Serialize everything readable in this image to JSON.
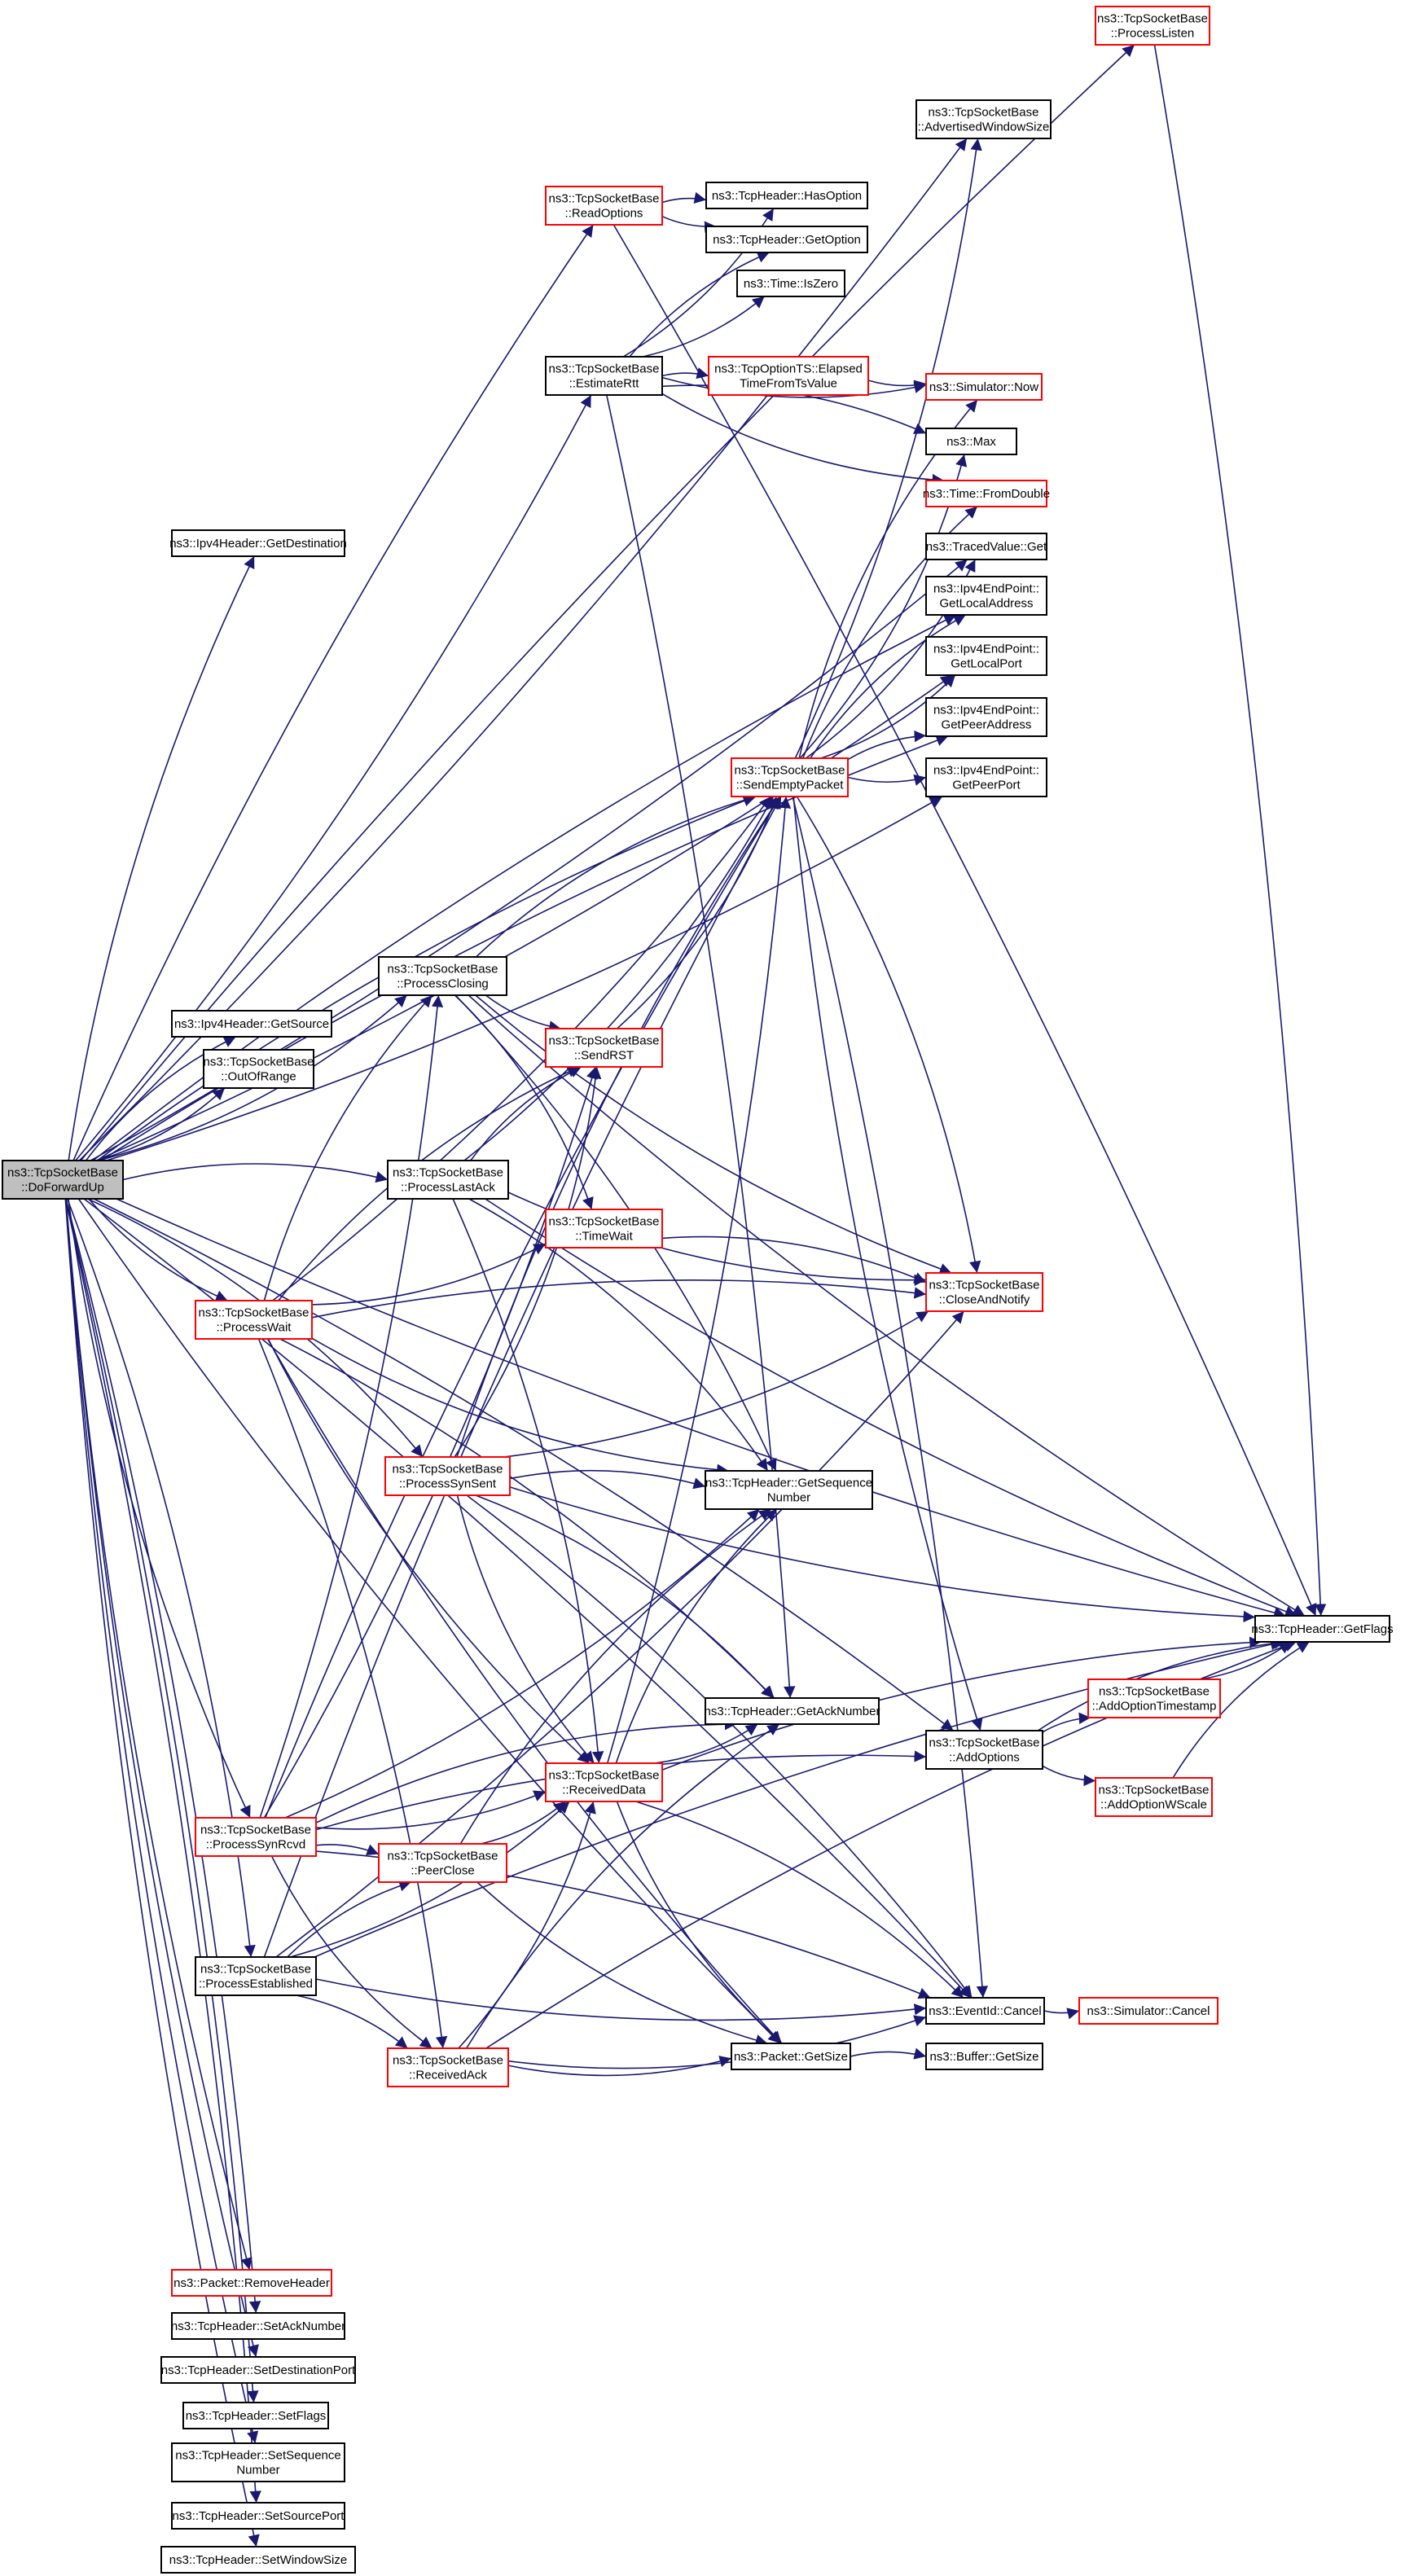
{
  "edge_color": "#191970",
  "node_border_black": "#000000",
  "node_border_red": "#ff0000",
  "root_fill": "#bfbfbf",
  "nodes": [
    {
      "id": "doforwardup",
      "style": "root",
      "lines": [
        "ns3::TcpSocketBase",
        "::DoForwardUp"
      ]
    },
    {
      "id": "processlisten",
      "style": "red",
      "lines": [
        "ns3::TcpSocketBase",
        "::ProcessListen"
      ]
    },
    {
      "id": "advertisedwindowsize",
      "style": "black",
      "lines": [
        "ns3::TcpSocketBase",
        "::AdvertisedWindowSize"
      ]
    },
    {
      "id": "readoptions",
      "style": "red",
      "lines": [
        "ns3::TcpSocketBase",
        "::ReadOptions"
      ]
    },
    {
      "id": "hasoption",
      "style": "black",
      "lines": [
        "ns3::TcpHeader::HasOption"
      ]
    },
    {
      "id": "getoption",
      "style": "black",
      "lines": [
        "ns3::TcpHeader::GetOption"
      ]
    },
    {
      "id": "iszero",
      "style": "black",
      "lines": [
        "ns3::Time::IsZero"
      ]
    },
    {
      "id": "estimatertt",
      "style": "black",
      "lines": [
        "ns3::TcpSocketBase",
        "::EstimateRtt"
      ]
    },
    {
      "id": "elapsedtime",
      "style": "red",
      "lines": [
        "ns3::TcpOptionTS::Elapsed",
        "TimeFromTsValue"
      ]
    },
    {
      "id": "simnow",
      "style": "red",
      "lines": [
        "ns3::Simulator::Now"
      ]
    },
    {
      "id": "max",
      "style": "black",
      "lines": [
        "ns3::Max"
      ]
    },
    {
      "id": "fromdouble",
      "style": "red",
      "lines": [
        "ns3::Time::FromDouble"
      ]
    },
    {
      "id": "getdestination",
      "style": "black",
      "lines": [
        "ns3::Ipv4Header::GetDestination"
      ]
    },
    {
      "id": "tracedget",
      "style": "black",
      "lines": [
        "ns3::TracedValue::Get"
      ]
    },
    {
      "id": "getlocaladdress",
      "style": "black",
      "lines": [
        "ns3::Ipv4EndPoint::",
        "GetLocalAddress"
      ]
    },
    {
      "id": "getlocalport",
      "style": "black",
      "lines": [
        "ns3::Ipv4EndPoint::",
        "GetLocalPort"
      ]
    },
    {
      "id": "getpeeraddress",
      "style": "black",
      "lines": [
        "ns3::Ipv4EndPoint::",
        "GetPeerAddress"
      ]
    },
    {
      "id": "getpeerport",
      "style": "black",
      "lines": [
        "ns3::Ipv4EndPoint::",
        "GetPeerPort"
      ]
    },
    {
      "id": "sendemptypacket",
      "style": "red",
      "lines": [
        "ns3::TcpSocketBase",
        "::SendEmptyPacket"
      ]
    },
    {
      "id": "processclosing",
      "style": "black",
      "lines": [
        "ns3::TcpSocketBase",
        "::ProcessClosing"
      ]
    },
    {
      "id": "getsource",
      "style": "black",
      "lines": [
        "ns3::Ipv4Header::GetSource"
      ]
    },
    {
      "id": "outofrange",
      "style": "black",
      "lines": [
        "ns3::TcpSocketBase",
        "::OutOfRange"
      ]
    },
    {
      "id": "sendrst",
      "style": "red",
      "lines": [
        "ns3::TcpSocketBase",
        "::SendRST"
      ]
    },
    {
      "id": "processlastack",
      "style": "black",
      "lines": [
        "ns3::TcpSocketBase",
        "::ProcessLastAck"
      ]
    },
    {
      "id": "timewait",
      "style": "red",
      "lines": [
        "ns3::TcpSocketBase",
        "::TimeWait"
      ]
    },
    {
      "id": "closeandnotify",
      "style": "red",
      "lines": [
        "ns3::TcpSocketBase",
        "::CloseAndNotify"
      ]
    },
    {
      "id": "processwait",
      "style": "red",
      "lines": [
        "ns3::TcpSocketBase",
        "::ProcessWait"
      ]
    },
    {
      "id": "processsynsent",
      "style": "red",
      "lines": [
        "ns3::TcpSocketBase",
        "::ProcessSynSent"
      ]
    },
    {
      "id": "getsequencenumber",
      "style": "black",
      "lines": [
        "ns3::TcpHeader::GetSequence",
        "Number"
      ]
    },
    {
      "id": "getflags",
      "style": "black",
      "lines": [
        "ns3::TcpHeader::GetFlags"
      ]
    },
    {
      "id": "getacknumber",
      "style": "black",
      "lines": [
        "ns3::TcpHeader::GetAckNumber"
      ]
    },
    {
      "id": "addoptionts",
      "style": "red",
      "lines": [
        "ns3::TcpSocketBase",
        "::AddOptionTimestamp"
      ]
    },
    {
      "id": "addoptions",
      "style": "black",
      "lines": [
        "ns3::TcpSocketBase",
        "::AddOptions"
      ]
    },
    {
      "id": "receiveddata",
      "style": "red",
      "lines": [
        "ns3::TcpSocketBase",
        "::ReceivedData"
      ]
    },
    {
      "id": "addoptionwscale",
      "style": "red",
      "lines": [
        "ns3::TcpSocketBase",
        "::AddOptionWScale"
      ]
    },
    {
      "id": "processsynrcvd",
      "style": "red",
      "lines": [
        "ns3::TcpSocketBase",
        "::ProcessSynRcvd"
      ]
    },
    {
      "id": "peerclose",
      "style": "red",
      "lines": [
        "ns3::TcpSocketBase",
        "::PeerClose"
      ]
    },
    {
      "id": "processestablished",
      "style": "black",
      "lines": [
        "ns3::TcpSocketBase",
        "::ProcessEstablished"
      ]
    },
    {
      "id": "eventcancel",
      "style": "black",
      "lines": [
        "ns3::EventId::Cancel"
      ]
    },
    {
      "id": "simcancel",
      "style": "red",
      "lines": [
        "ns3::Simulator::Cancel"
      ]
    },
    {
      "id": "receivedack",
      "style": "red",
      "lines": [
        "ns3::TcpSocketBase",
        "::ReceivedAck"
      ]
    },
    {
      "id": "packetgetsize",
      "style": "black",
      "lines": [
        "ns3::Packet::GetSize"
      ]
    },
    {
      "id": "buffergetsize",
      "style": "black",
      "lines": [
        "ns3::Buffer::GetSize"
      ]
    },
    {
      "id": "removeheader",
      "style": "red",
      "lines": [
        "ns3::Packet::RemoveHeader"
      ]
    },
    {
      "id": "setacknumber",
      "style": "black",
      "lines": [
        "ns3::TcpHeader::SetAckNumber"
      ]
    },
    {
      "id": "setdestport",
      "style": "black",
      "lines": [
        "ns3::TcpHeader::SetDestinationPort"
      ]
    },
    {
      "id": "setflags",
      "style": "black",
      "lines": [
        "ns3::TcpHeader::SetFlags"
      ]
    },
    {
      "id": "setsequencenumber",
      "style": "black",
      "lines": [
        "ns3::TcpHeader::SetSequence",
        "Number"
      ]
    },
    {
      "id": "setsourceport",
      "style": "black",
      "lines": [
        "ns3::TcpHeader::SetSourcePort"
      ]
    },
    {
      "id": "setwindowsize",
      "style": "black",
      "lines": [
        "ns3::TcpHeader::SetWindowSize"
      ]
    }
  ],
  "edges": [
    [
      "doforwardup",
      "processlisten"
    ],
    [
      "doforwardup",
      "advertisedwindowsize"
    ],
    [
      "doforwardup",
      "readoptions"
    ],
    [
      "doforwardup",
      "estimatertt"
    ],
    [
      "doforwardup",
      "getdestination"
    ],
    [
      "doforwardup",
      "tracedget"
    ],
    [
      "doforwardup",
      "getlocaladdress"
    ],
    [
      "doforwardup",
      "getlocalport"
    ],
    [
      "doforwardup",
      "getpeeraddress"
    ],
    [
      "doforwardup",
      "getpeerport"
    ],
    [
      "doforwardup",
      "sendemptypacket"
    ],
    [
      "doforwardup",
      "processclosing"
    ],
    [
      "doforwardup",
      "getsource"
    ],
    [
      "doforwardup",
      "outofrange"
    ],
    [
      "doforwardup",
      "processlastack"
    ],
    [
      "doforwardup",
      "processwait"
    ],
    [
      "doforwardup",
      "processsynsent"
    ],
    [
      "doforwardup",
      "processsynrcvd"
    ],
    [
      "doforwardup",
      "processestablished"
    ],
    [
      "doforwardup",
      "getflags"
    ],
    [
      "doforwardup",
      "eventcancel"
    ],
    [
      "doforwardup",
      "packetgetsize"
    ],
    [
      "doforwardup",
      "addoptions"
    ],
    [
      "doforwardup",
      "removeheader"
    ],
    [
      "doforwardup",
      "setacknumber"
    ],
    [
      "doforwardup",
      "setdestport"
    ],
    [
      "doforwardup",
      "setflags"
    ],
    [
      "doforwardup",
      "setsequencenumber"
    ],
    [
      "doforwardup",
      "setsourceport"
    ],
    [
      "doforwardup",
      "setwindowsize"
    ],
    [
      "readoptions",
      "hasoption"
    ],
    [
      "readoptions",
      "getoption"
    ],
    [
      "readoptions",
      "getflags"
    ],
    [
      "estimatertt",
      "hasoption"
    ],
    [
      "estimatertt",
      "getoption"
    ],
    [
      "estimatertt",
      "iszero"
    ],
    [
      "estimatertt",
      "elapsedtime"
    ],
    [
      "estimatertt",
      "simnow"
    ],
    [
      "estimatertt",
      "max"
    ],
    [
      "estimatertt",
      "fromdouble"
    ],
    [
      "estimatertt",
      "getacknumber"
    ],
    [
      "elapsedtime",
      "simnow"
    ],
    [
      "processlisten",
      "getflags"
    ],
    [
      "sendemptypacket",
      "advertisedwindowsize"
    ],
    [
      "sendemptypacket",
      "simnow"
    ],
    [
      "sendemptypacket",
      "max"
    ],
    [
      "sendemptypacket",
      "fromdouble"
    ],
    [
      "sendemptypacket",
      "tracedget"
    ],
    [
      "sendemptypacket",
      "getlocaladdress"
    ],
    [
      "sendemptypacket",
      "getlocalport"
    ],
    [
      "sendemptypacket",
      "getpeeraddress"
    ],
    [
      "sendemptypacket",
      "getpeerport"
    ],
    [
      "sendemptypacket",
      "closeandnotify"
    ],
    [
      "sendemptypacket",
      "addoptions"
    ],
    [
      "sendemptypacket",
      "eventcancel"
    ],
    [
      "processclosing",
      "sendrst"
    ],
    [
      "processclosing",
      "timewait"
    ],
    [
      "processclosing",
      "closeandnotify"
    ],
    [
      "processclosing",
      "getsequencenumber"
    ],
    [
      "processclosing",
      "getflags"
    ],
    [
      "processclosing",
      "sendemptypacket"
    ],
    [
      "sendrst",
      "sendemptypacket"
    ],
    [
      "processlastack",
      "sendrst"
    ],
    [
      "processlastack",
      "closeandnotify"
    ],
    [
      "processlastack",
      "getsequencenumber"
    ],
    [
      "processlastack",
      "getflags"
    ],
    [
      "processlastack",
      "receiveddata"
    ],
    [
      "processlastack",
      "sendemptypacket"
    ],
    [
      "timewait",
      "closeandnotify"
    ],
    [
      "processwait",
      "sendemptypacket"
    ],
    [
      "processwait",
      "sendrst"
    ],
    [
      "processwait",
      "timewait"
    ],
    [
      "processwait",
      "closeandnotify"
    ],
    [
      "processwait",
      "getsequencenumber"
    ],
    [
      "processwait",
      "getacknumber"
    ],
    [
      "processwait",
      "receiveddata"
    ],
    [
      "processwait",
      "receivedack"
    ],
    [
      "processwait",
      "packetgetsize"
    ],
    [
      "processwait",
      "processclosing"
    ],
    [
      "processsynsent",
      "sendrst"
    ],
    [
      "processsynsent",
      "sendemptypacket"
    ],
    [
      "processsynsent",
      "closeandnotify"
    ],
    [
      "processsynsent",
      "getsequencenumber"
    ],
    [
      "processsynsent",
      "getflags"
    ],
    [
      "processsynsent",
      "getacknumber"
    ],
    [
      "processsynsent",
      "receiveddata"
    ],
    [
      "processsynsent",
      "eventcancel"
    ],
    [
      "processsynrcvd",
      "sendrst"
    ],
    [
      "processsynrcvd",
      "sendemptypacket"
    ],
    [
      "processsynrcvd",
      "getsequencenumber"
    ],
    [
      "processsynrcvd",
      "getacknumber"
    ],
    [
      "processsynrcvd",
      "receiveddata"
    ],
    [
      "processsynrcvd",
      "peerclose"
    ],
    [
      "processsynrcvd",
      "receivedack"
    ],
    [
      "processsynrcvd",
      "eventcancel"
    ],
    [
      "processsynrcvd",
      "processclosing"
    ],
    [
      "processsynrcvd",
      "addoptions"
    ],
    [
      "peerclose",
      "receiveddata"
    ],
    [
      "peerclose",
      "getsequencenumber"
    ],
    [
      "peerclose",
      "packetgetsize"
    ],
    [
      "processestablished",
      "peerclose"
    ],
    [
      "processestablished",
      "receiveddata"
    ],
    [
      "processestablished",
      "receivedack"
    ],
    [
      "processestablished",
      "closeandnotify"
    ],
    [
      "processestablished",
      "getflags"
    ],
    [
      "processestablished",
      "eventcancel"
    ],
    [
      "processestablished",
      "sendemptypacket"
    ],
    [
      "receiveddata",
      "sendemptypacket"
    ],
    [
      "receiveddata",
      "getsequencenumber"
    ],
    [
      "receiveddata",
      "getacknumber"
    ],
    [
      "receiveddata",
      "getflags"
    ],
    [
      "receiveddata",
      "packetgetsize"
    ],
    [
      "receiveddata",
      "eventcancel"
    ],
    [
      "receivedack",
      "receiveddata"
    ],
    [
      "receivedack",
      "getacknumber"
    ],
    [
      "receivedack",
      "packetgetsize"
    ],
    [
      "receivedack",
      "getflags"
    ],
    [
      "receivedack",
      "eventcancel"
    ],
    [
      "addoptions",
      "addoptionts"
    ],
    [
      "addoptions",
      "addoptionwscale"
    ],
    [
      "addoptions",
      "getflags"
    ],
    [
      "addoptionts",
      "getflags"
    ],
    [
      "addoptionwscale",
      "getflags"
    ],
    [
      "eventcancel",
      "simcancel"
    ],
    [
      "packetgetsize",
      "buffergetsize"
    ]
  ]
}
